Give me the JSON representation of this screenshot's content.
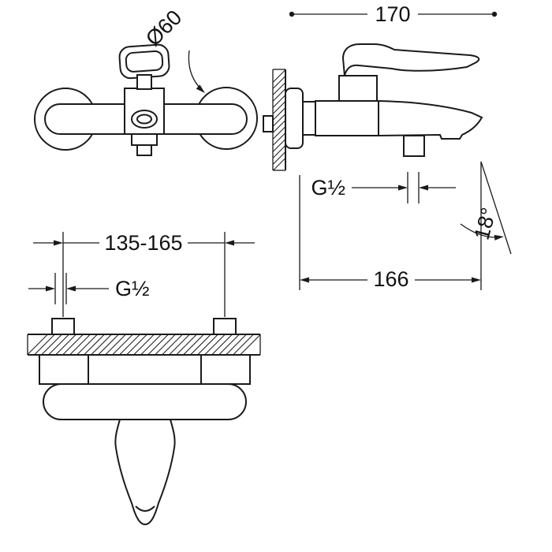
{
  "labels": {
    "escutcheon_diameter": "Ø60",
    "overall_depth": "170",
    "side_thread": "G½",
    "spout_angle": "18°",
    "spout_reach": "166",
    "hole_spacing": "135-165",
    "bottom_thread": "G½"
  },
  "colors": {
    "line": "#1a1a1a",
    "background": "#ffffff"
  }
}
